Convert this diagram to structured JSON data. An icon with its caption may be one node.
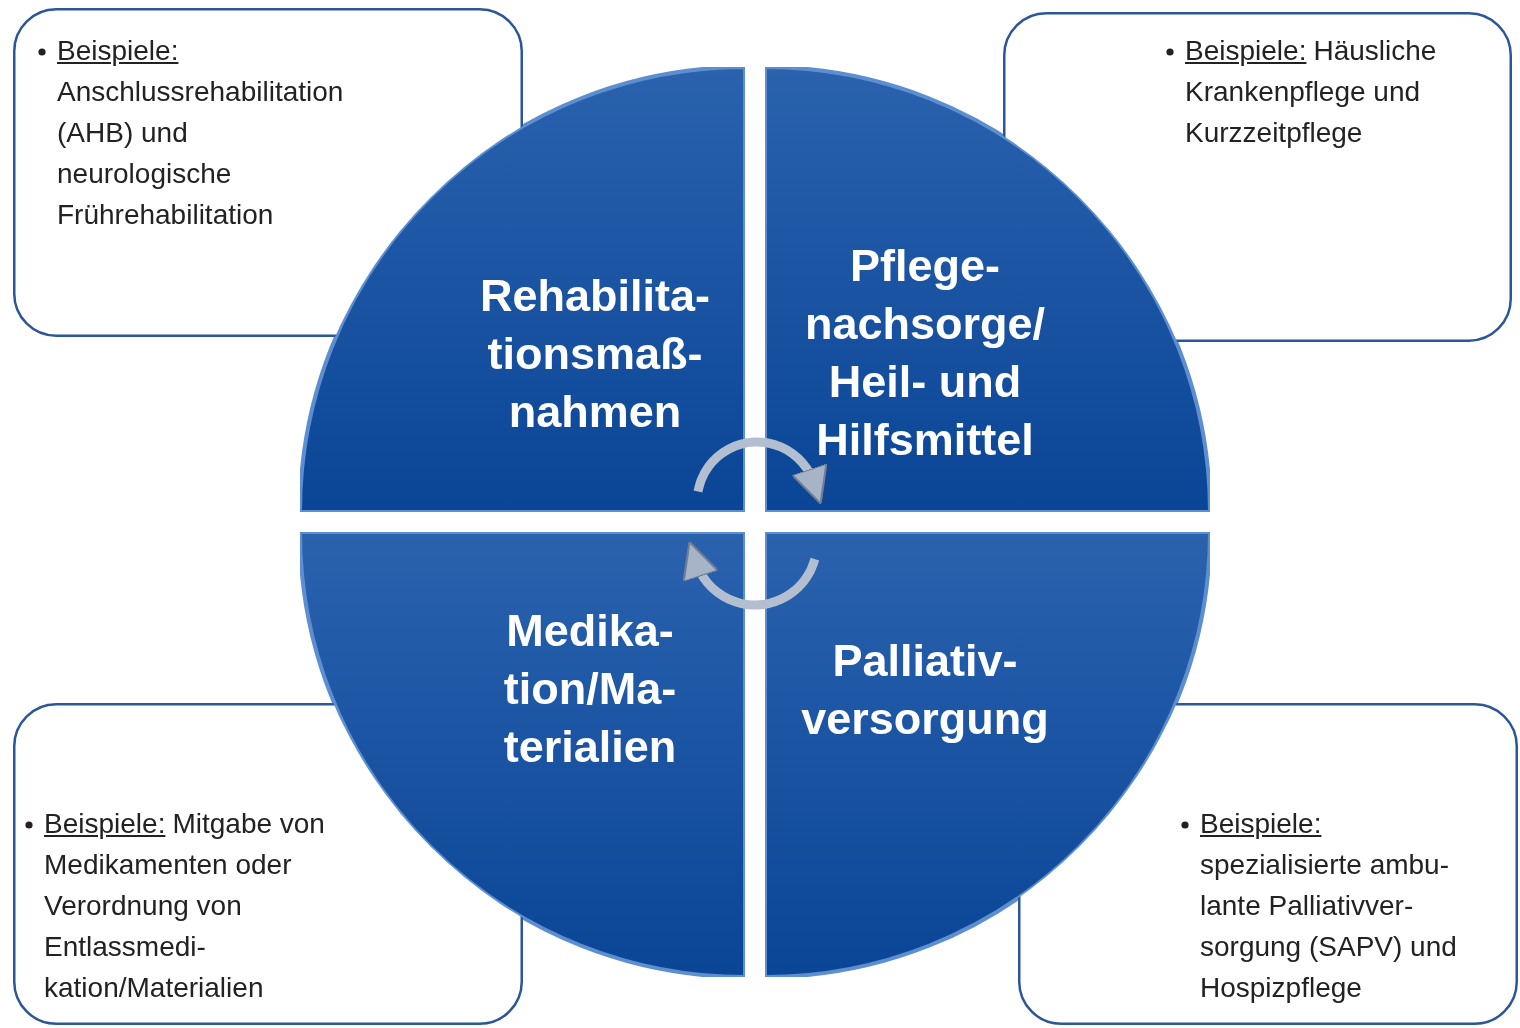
{
  "diagram": {
    "nodes": [
      {
        "text": [
          "Beispiele:",
          "Anschlussrehabilitation (AHB) und neurologische Frührehabilitation"
        ]
      },
      {
        "text": [
          "Beispiele:",
          "Häusliche Krankenpflege und Kurzzeitpflege"
        ]
      },
      {
        "text": [
          "Rehabilita-tionsmaß-nahmen"
        ]
      },
      {
        "text": [
          "Pflege-nachsorge/ Heil- und Hilfsmittel"
        ]
      },
      {
        "text": [
          "Medika-tion/Ma-terialien"
        ]
      },
      {
        "text": [
          "Palliativ-versorgung"
        ]
      },
      {
        "text": [
          "Beispiele:",
          "Mitgabe von Medikamenten oder Verordnung von Entlassmedi-kation/Materialien"
        ]
      },
      {
        "text": [
          "Beispiele:",
          "spezialisierte ambu-lante Palliativver-sorgung (SAPV) und Hospizpflege"
        ]
      }
    ],
    "edges": [
      {
        "from": 2,
        "to": 3,
        "arrow": "to"
      },
      {
        "from": 5,
        "to": 4,
        "arrow": "to"
      }
    ]
  }
}
